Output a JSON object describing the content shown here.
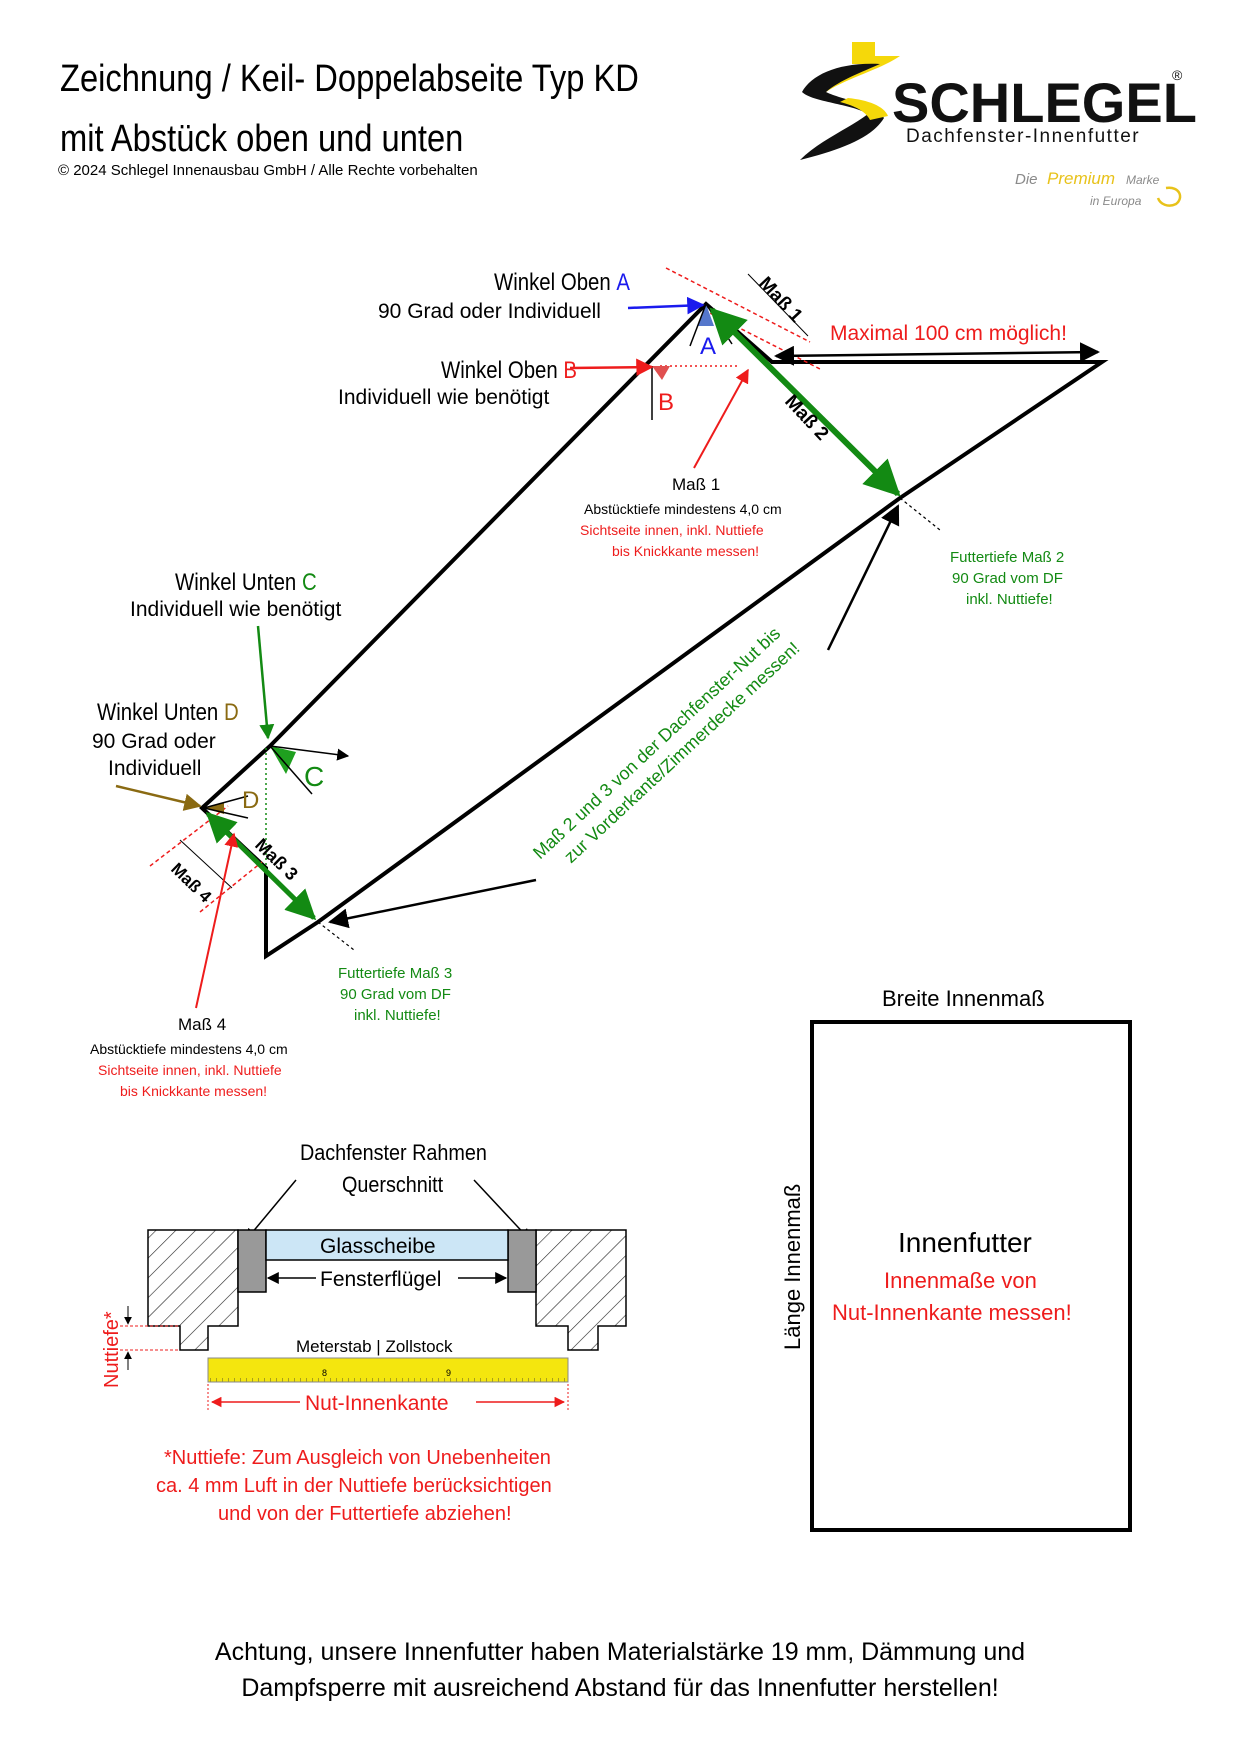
{
  "header": {
    "title_line1": "Zeichnung / Keil- Doppelabseite Typ KD",
    "title_line2": "mit Abstück oben und unten",
    "copyright": "© 2024 Schlegel Innenausbau GmbH / Alle Rechte vorbehalten"
  },
  "brand": {
    "name": "SCHLEGEL",
    "registered": "®",
    "subtitle": "Dachfenster-Innenfutter",
    "tagline_die": "Die",
    "tagline_premium": "Premium",
    "tagline_marke": "Marke",
    "tagline_europa": "in Europa",
    "colors": {
      "yellow": "#f5d80a",
      "black": "#111111"
    }
  },
  "labels": {
    "winkel_oben_a_prefix": "Winkel Oben ",
    "winkel_oben_a_letter": "A",
    "winkel_oben_a_desc": "90 Grad oder Individuell",
    "winkel_oben_b_prefix": "Winkel Oben ",
    "winkel_oben_b_letter": "B",
    "winkel_oben_b_desc": "Individuell wie benötigt",
    "winkel_unten_c_prefix": "Winkel Unten ",
    "winkel_unten_c_letter": "C",
    "winkel_unten_c_desc": "Individuell wie benötigt",
    "winkel_unten_d_prefix": "Winkel Unten ",
    "winkel_unten_d_letter": "D",
    "winkel_unten_d_desc1": "90 Grad oder",
    "winkel_unten_d_desc2": "Individuell",
    "angle_a": "A",
    "angle_b": "B",
    "angle_c": "C",
    "angle_d": "D",
    "mass1": "Maß 1",
    "mass2": "Maß 2",
    "mass3": "Maß 3",
    "mass4": "Maß 4",
    "max_100": "Maximal 100 cm möglich!",
    "mass1_title": "Maß 1",
    "mass1_desc": "Abstücktiefe mindestens 4,0 cm",
    "mass1_red1": "Sichtseite innen, inkl. Nuttiefe",
    "mass1_red2": "bis Knickkante messen!",
    "futter2_l1": "Futtertiefe Maß 2",
    "futter2_l2": "90 Grad vom DF",
    "futter2_l3": "inkl. Nuttiefe!",
    "futter3_l1": "Futtertiefe Maß 3",
    "futter3_l2": "90 Grad vom DF",
    "futter3_l3": "inkl. Nuttiefe!",
    "diag_l1": "Maß 2 und 3 von der Dachfenster-Nut bis",
    "diag_l2": "zur Vorderkante/Zimmerdecke messen!",
    "mass4_title": "Maß 4",
    "mass4_desc": "Abstücktiefe mindestens 4,0 cm",
    "mass4_red1": "Sichtseite innen, inkl. Nuttiefe",
    "mass4_red2": "bis Knickkante messen!"
  },
  "cross_section": {
    "title1": "Dachfenster Rahmen",
    "title2": "Querschnitt",
    "glass": "Glasscheibe",
    "sash": "Fensterflügel",
    "ruler": "Meterstab | Zollstock",
    "groove_edge": "Nut-Innenkante",
    "nuttiefe": "Nuttiefe*",
    "note1": "*Nuttiefe: Zum Ausgleich von Unebenheiten",
    "note2": "ca. 4 mm Luft in der Nuttiefe berücksichtigen",
    "note3": "und von der Futtertiefe abziehen!"
  },
  "rectangle": {
    "width_label": "Breite Innenmaß",
    "length_label": "Länge Innenmaß",
    "title": "Innenfutter",
    "red1": "Innenmaße von",
    "red2": "Nut-Innenkante messen!"
  },
  "footer": {
    "line1": "Achtung, unsere Innenfutter haben Materialstärke 19 mm, Dämmung und",
    "line2": "Dampfsperre mit ausreichend Abstand für das Innenfutter herstellen!"
  },
  "colors": {
    "red": "#ee1c1c",
    "green": "#138a13",
    "blue": "#1a1aee",
    "olive": "#8a6a12",
    "glass": "#cce6f6",
    "ruler": "#f4e60e"
  }
}
